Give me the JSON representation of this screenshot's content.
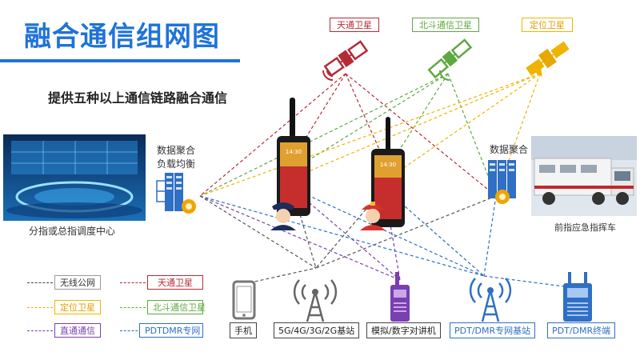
{
  "title": "融合通信组网图",
  "subtitle": "提供五种以上通信链路融合通信",
  "satellites": {
    "tiantong": "天通卫星",
    "beidou": "北斗通信卫星",
    "positioning": "定位卫星"
  },
  "left_node": {
    "label": "分指或总指调度中心",
    "aggregator_line1": "数据聚合",
    "aggregator_line2": "负载均衡"
  },
  "right_node": {
    "label": "前指应急指挥车",
    "aggregator": "数据聚合"
  },
  "phone_screen": {
    "time": "14:30"
  },
  "legend": [
    {
      "label": "无线公网",
      "color": "#444444"
    },
    {
      "label": "天通卫星",
      "color": "#b52b35"
    },
    {
      "label": "定位卫星",
      "color": "#f0b400"
    },
    {
      "label": "北斗通信卫星",
      "color": "#5fa83f"
    },
    {
      "label": "直通通信",
      "color": "#7a3fb0"
    },
    {
      "label": "PDTDMR专网",
      "color": "#2f6fc4"
    }
  ],
  "devices": [
    {
      "label": "手机"
    },
    {
      "label": "5G/4G/3G/2G基站"
    },
    {
      "label": "模拟/数字对讲机"
    },
    {
      "label": "PDT/DMR专网基站"
    },
    {
      "label": "PDT/DMR终端"
    }
  ],
  "colors": {
    "title": "#1e73d8",
    "tiantong": "#b52b35",
    "beidou": "#5fa83f",
    "positioning": "#f0b400",
    "public": "#444444",
    "direct": "#7a3fb0",
    "pdt": "#2f6fc4"
  }
}
